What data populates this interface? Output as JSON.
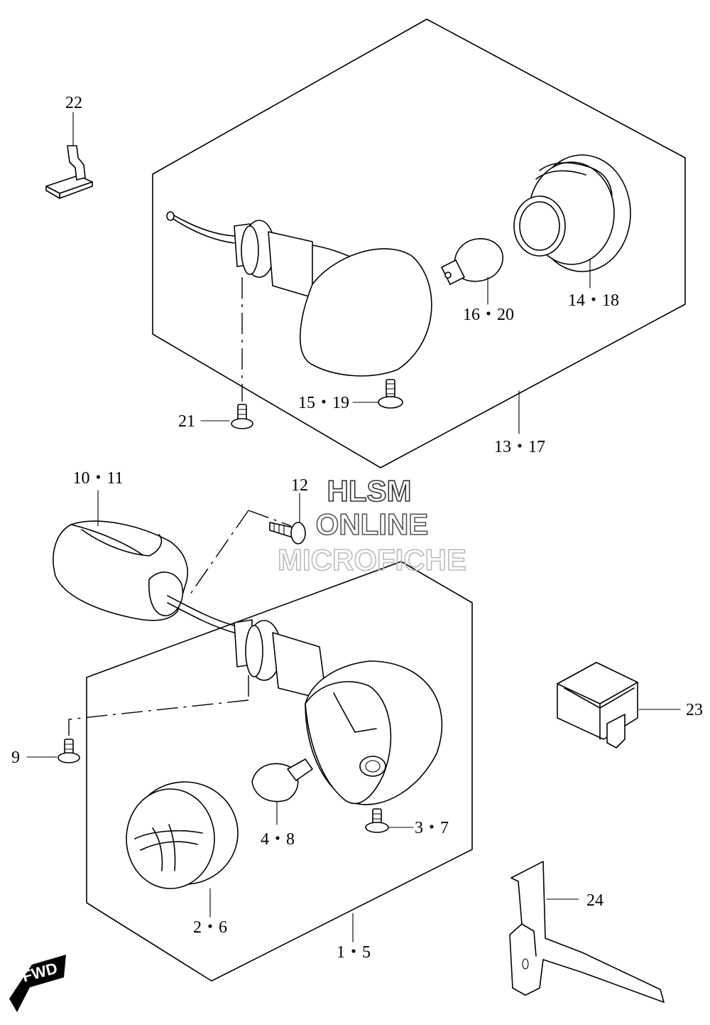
{
  "callouts": {
    "c22": "22",
    "c14_18": "14・18",
    "c16_20": "16・20",
    "c15_19": "15・19",
    "c21": "21",
    "c13_17": "13・17",
    "c10_11": "10・11",
    "c12": "12",
    "c23": "23",
    "c9": "9",
    "c3_7": "3・7",
    "c4_8": "4・8",
    "c2_6": "2・6",
    "c1_5": "1・5",
    "c24": "24"
  },
  "watermark": {
    "line1": "HLSM",
    "line2": "ONLINE",
    "line3": "MICROFICHE"
  },
  "direction_badge": {
    "label": "FWD"
  },
  "colors": {
    "line": "#000000",
    "background": "#ffffff",
    "watermark_dark": "#333333",
    "watermark_light": "#bbbbbb"
  }
}
